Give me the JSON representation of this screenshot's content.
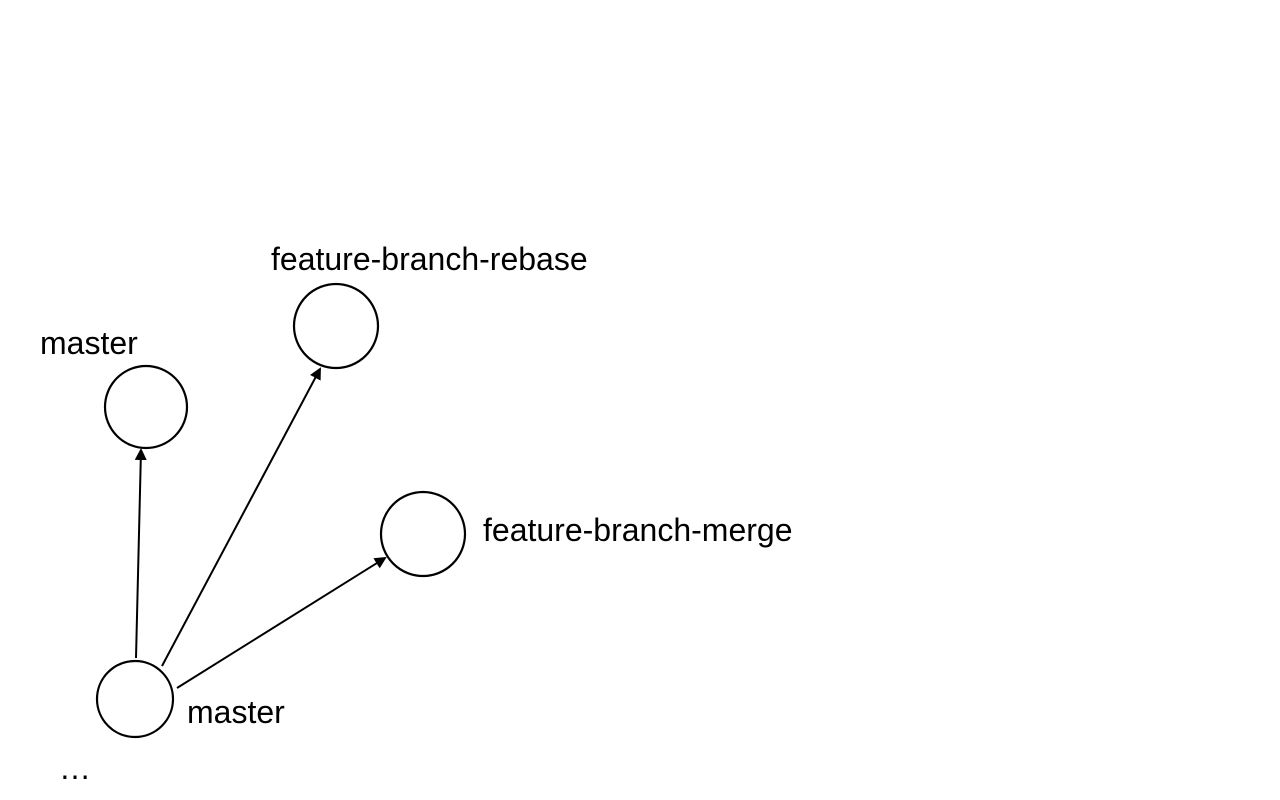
{
  "diagram": {
    "nodes": {
      "base": {
        "label": "master"
      },
      "master_tip": {
        "label": "master"
      },
      "rebase": {
        "label": "feature-branch-rebase"
      },
      "merge": {
        "label": "feature-branch-merge"
      }
    },
    "ellipsis": "…",
    "edges": [
      {
        "from": "base",
        "to": "master_tip"
      },
      {
        "from": "base",
        "to": "rebase"
      },
      {
        "from": "base",
        "to": "merge"
      }
    ]
  },
  "colors": {
    "stroke": "#000000",
    "background": "#ffffff"
  }
}
